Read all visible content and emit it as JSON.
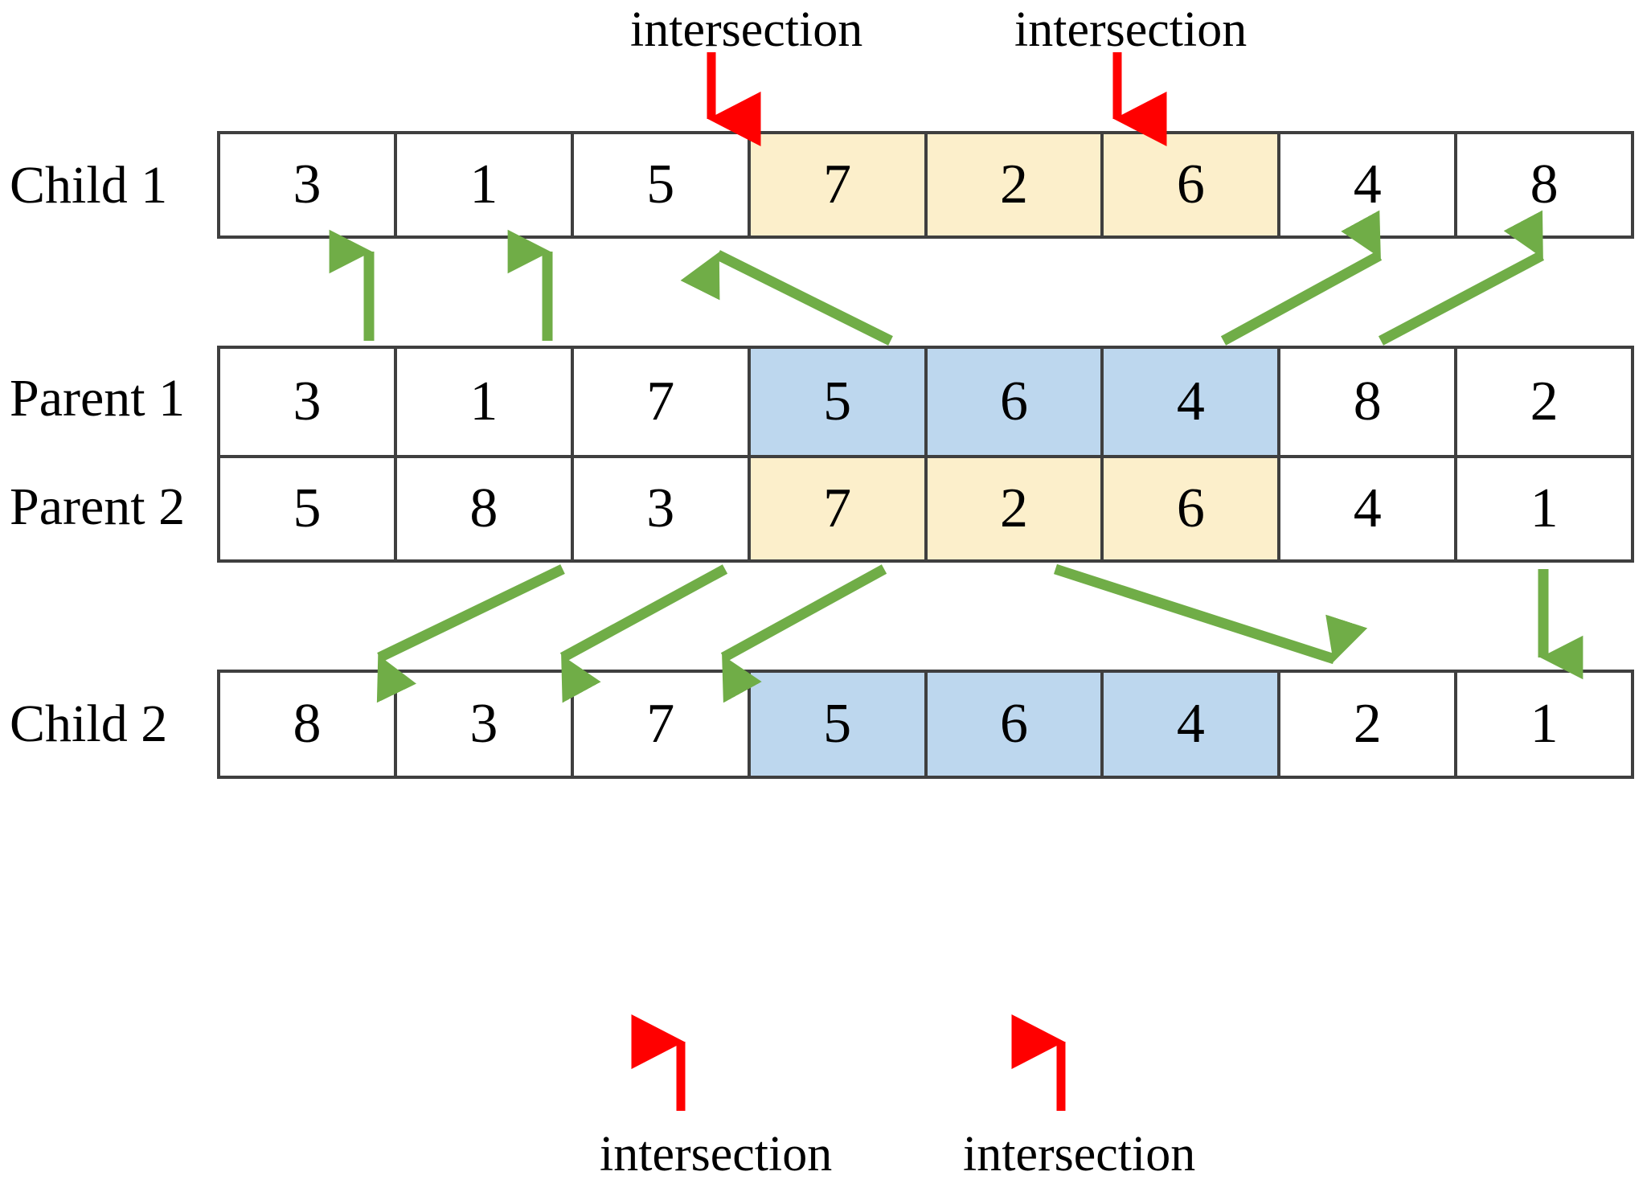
{
  "figure": {
    "title_text": "",
    "colors": {
      "highlight_cream": "#FCEFCB",
      "highlight_blue": "#BDD7EE",
      "cell_border": "#3F3F3F",
      "intersection_arrow": "#FF0000",
      "mapping_arrow": "#70AD47",
      "text": "#000000",
      "background": "#FFFFFF"
    }
  },
  "labels": {
    "child1": "Child 1",
    "parent1": "Parent 1",
    "parent2": "Parent 2",
    "child2": "Child 2"
  },
  "annotations": {
    "intersection_top_left": "intersection",
    "intersection_top_right": "intersection",
    "intersection_bottom_left": "intersection",
    "intersection_bottom_right": "intersection"
  },
  "rows": {
    "child1": {
      "label": "Child 1",
      "values": [
        "3",
        "1",
        "5",
        "7",
        "2",
        "6",
        "4",
        "8"
      ],
      "highlight": [
        "none",
        "none",
        "none",
        "cream",
        "cream",
        "cream",
        "none",
        "none"
      ]
    },
    "parent1": {
      "label": "Parent 1",
      "values": [
        "3",
        "1",
        "7",
        "5",
        "6",
        "4",
        "8",
        "2"
      ],
      "highlight": [
        "none",
        "none",
        "none",
        "blue",
        "blue",
        "blue",
        "none",
        "none"
      ]
    },
    "parent2": {
      "label": "Parent 2",
      "values": [
        "5",
        "8",
        "3",
        "7",
        "2",
        "6",
        "4",
        "1"
      ],
      "highlight": [
        "none",
        "none",
        "none",
        "cream",
        "cream",
        "cream",
        "none",
        "none"
      ]
    },
    "child2": {
      "label": "Child 2",
      "values": [
        "8",
        "3",
        "7",
        "5",
        "6",
        "4",
        "2",
        "1"
      ],
      "highlight": [
        "none",
        "none",
        "none",
        "blue",
        "blue",
        "blue",
        "none",
        "none"
      ]
    }
  },
  "chart_data": {
    "type": "diagram",
    "diagram_kind": "order-crossover-genetic-algorithm",
    "title": "",
    "segment_start_index": 3,
    "segment_end_index": 5,
    "num_genes": 8,
    "series": [
      {
        "name": "Child 1",
        "values": [
          3,
          1,
          5,
          7,
          2,
          6,
          4,
          8
        ],
        "segment_color": "#FCEFCB"
      },
      {
        "name": "Parent 1",
        "values": [
          3,
          1,
          7,
          5,
          6,
          4,
          8,
          2
        ],
        "segment_color": "#BDD7EE"
      },
      {
        "name": "Parent 2",
        "values": [
          5,
          8,
          3,
          7,
          2,
          6,
          4,
          1
        ],
        "segment_color": "#FCEFCB"
      },
      {
        "name": "Child 2",
        "values": [
          8,
          3,
          7,
          5,
          6,
          4,
          2,
          1
        ],
        "segment_color": "#BDD7EE"
      }
    ],
    "intersection_markers": [
      {
        "position": "top",
        "gene_index": 3,
        "label": "intersection"
      },
      {
        "position": "top",
        "gene_index": 6,
        "label": "intersection"
      },
      {
        "position": "bottom",
        "gene_index": 3,
        "label": "intersection"
      },
      {
        "position": "bottom",
        "gene_index": 6,
        "label": "intersection"
      }
    ],
    "mappings_parent1_to_child1": [
      {
        "from_index": 0,
        "to_index": 0
      },
      {
        "from_index": 1,
        "to_index": 1
      },
      {
        "from_index": 3,
        "to_index": 2
      },
      {
        "from_index": 5,
        "to_index": 6
      },
      {
        "from_index": 6,
        "to_index": 7
      }
    ],
    "mappings_parent2_to_child2": [
      {
        "from_index": 1,
        "to_index": 0
      },
      {
        "from_index": 2,
        "to_index": 1
      },
      {
        "from_index": 3,
        "to_index": 2
      },
      {
        "from_index": 4,
        "to_index": 6
      },
      {
        "from_index": 7,
        "to_index": 7
      }
    ]
  }
}
